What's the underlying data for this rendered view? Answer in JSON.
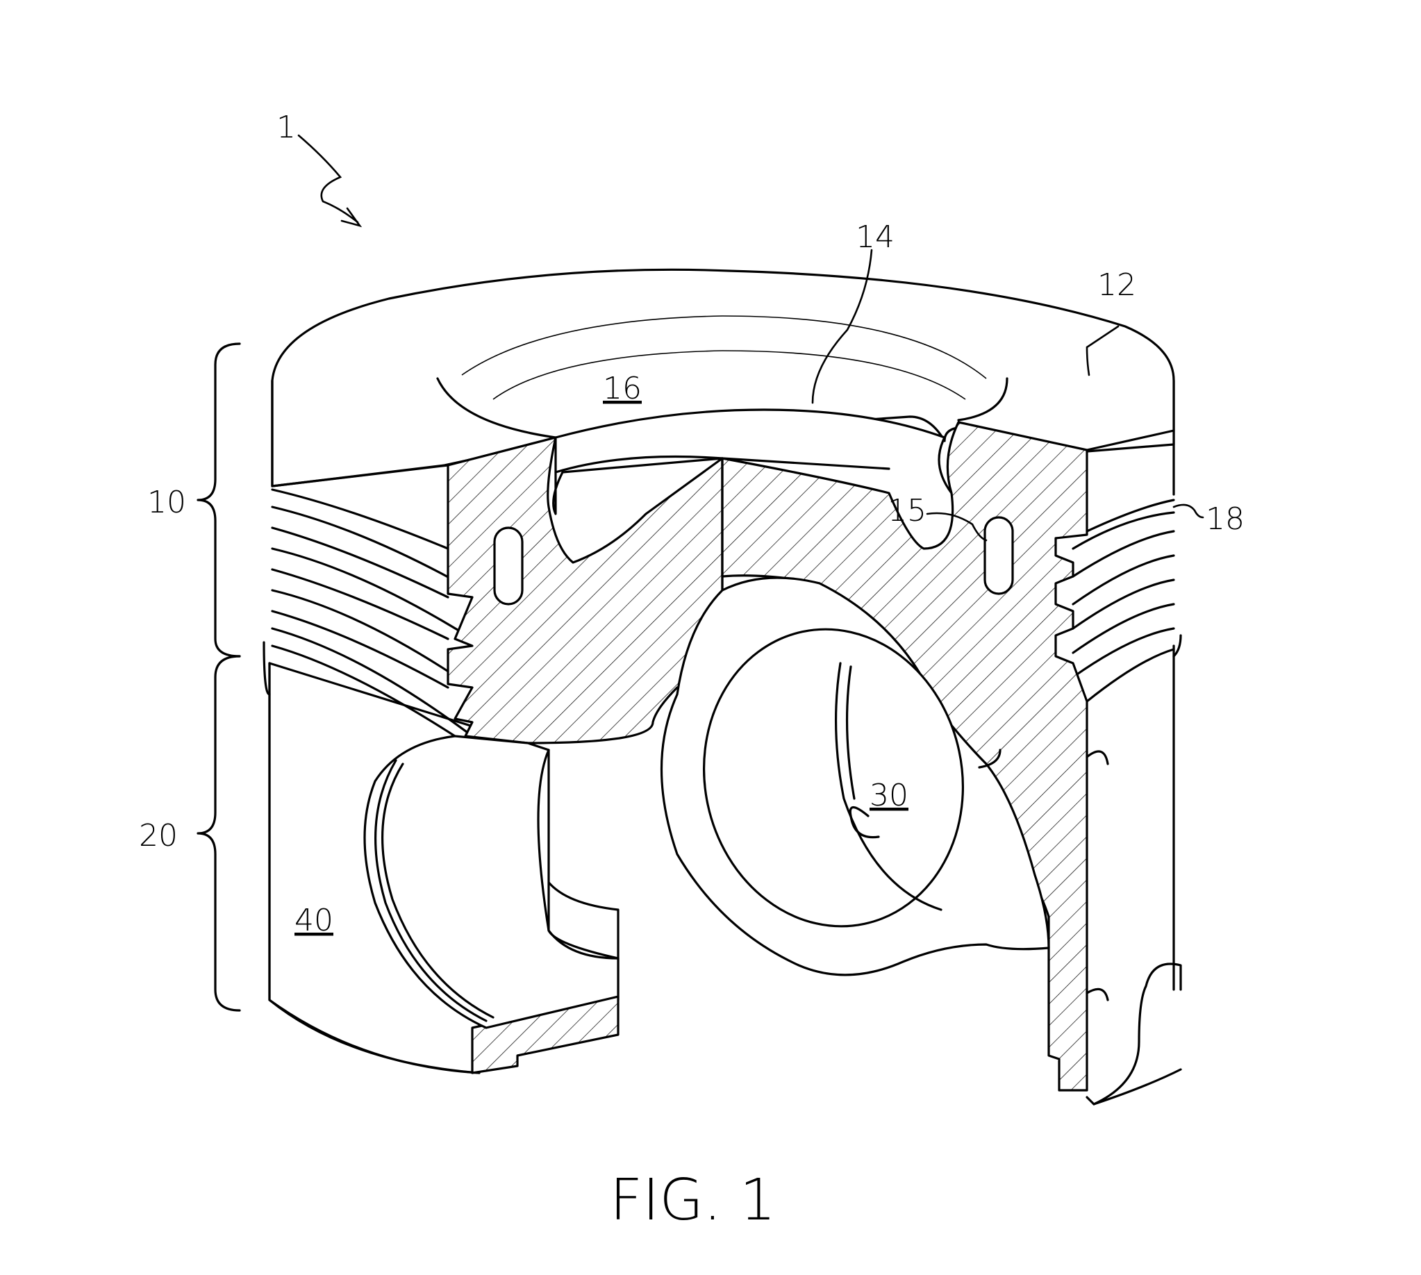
{
  "figure": {
    "caption": "FIG. 1",
    "labels": {
      "piston": "1",
      "crown": "10",
      "top_surface": "12",
      "bowl": "14",
      "gallery": "15",
      "bowl_floor": "16",
      "ring_land": "18",
      "skirt": "20",
      "pin_bore": "30",
      "skirt_panel": "40"
    },
    "colors": {
      "line": "#000000",
      "background": "#ffffff"
    }
  }
}
